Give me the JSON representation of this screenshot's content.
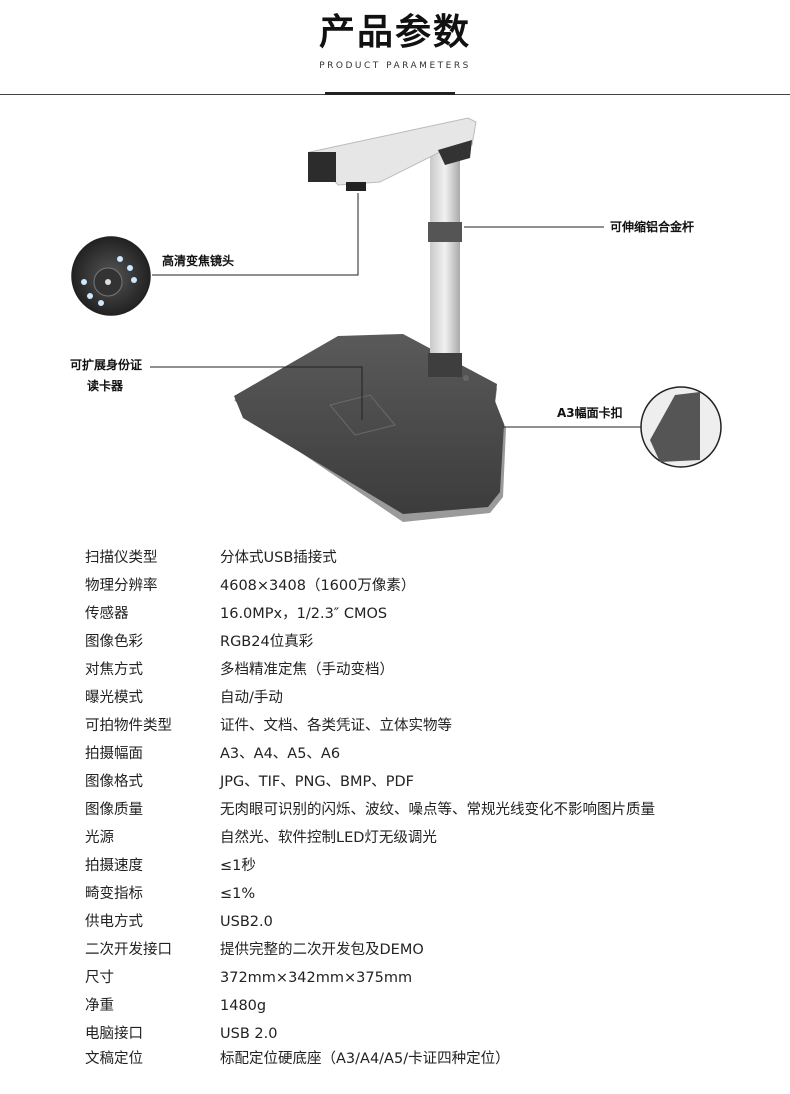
{
  "header": {
    "title": "产品参数",
    "subtitle": "PRODUCT PARAMETERS"
  },
  "callouts": {
    "pole": "可伸缩铝合金杆",
    "lens": "高清变焦镜头",
    "reader_line1": "可扩展身份证",
    "reader_line2": "读卡器",
    "clip": "A3幅面卡扣"
  },
  "specs": [
    {
      "label": "扫描仪类型",
      "value": "分体式USB插接式"
    },
    {
      "label": "物理分辨率",
      "value": "4608×3408（1600万像素）"
    },
    {
      "label": "传感器",
      "value": "16.0MPx，1/2.3″ CMOS"
    },
    {
      "label": "图像色彩",
      "value": "RGB24位真彩"
    },
    {
      "label": "对焦方式",
      "value": "多档精准定焦（手动变档）"
    },
    {
      "label": "曝光模式",
      "value": "自动/手动"
    },
    {
      "label": "可拍物件类型",
      "value": "证件、文档、各类凭证、立体实物等"
    },
    {
      "label": "拍摄幅面",
      "value": "A3、A4、A5、A6"
    },
    {
      "label": "图像格式",
      "value": "JPG、TIF、PNG、BMP、PDF"
    },
    {
      "label": "图像质量",
      "value": "无肉眼可识别的闪烁、波纹、噪点等、常规光线变化不影响图片质量"
    },
    {
      "label": "光源",
      "value": "自然光、软件控制LED灯无级调光"
    },
    {
      "label": "拍摄速度",
      "value": "≤1秒"
    },
    {
      "label": "畸变指标",
      "value": "≤1%"
    },
    {
      "label": "供电方式",
      "value": "USB2.0"
    },
    {
      "label": "二次开发接口",
      "value": "提供完整的二次开发包及DEMO"
    },
    {
      "label": "尺寸",
      "value": "372mm×342mm×375mm"
    },
    {
      "label": "净重",
      "value": "1480g"
    },
    {
      "label": "电脑接口",
      "value": "USB 2.0"
    },
    {
      "label": "文稿定位",
      "value": "标配定位硬底座（A3/A4/A5/卡证四种定位）"
    }
  ]
}
